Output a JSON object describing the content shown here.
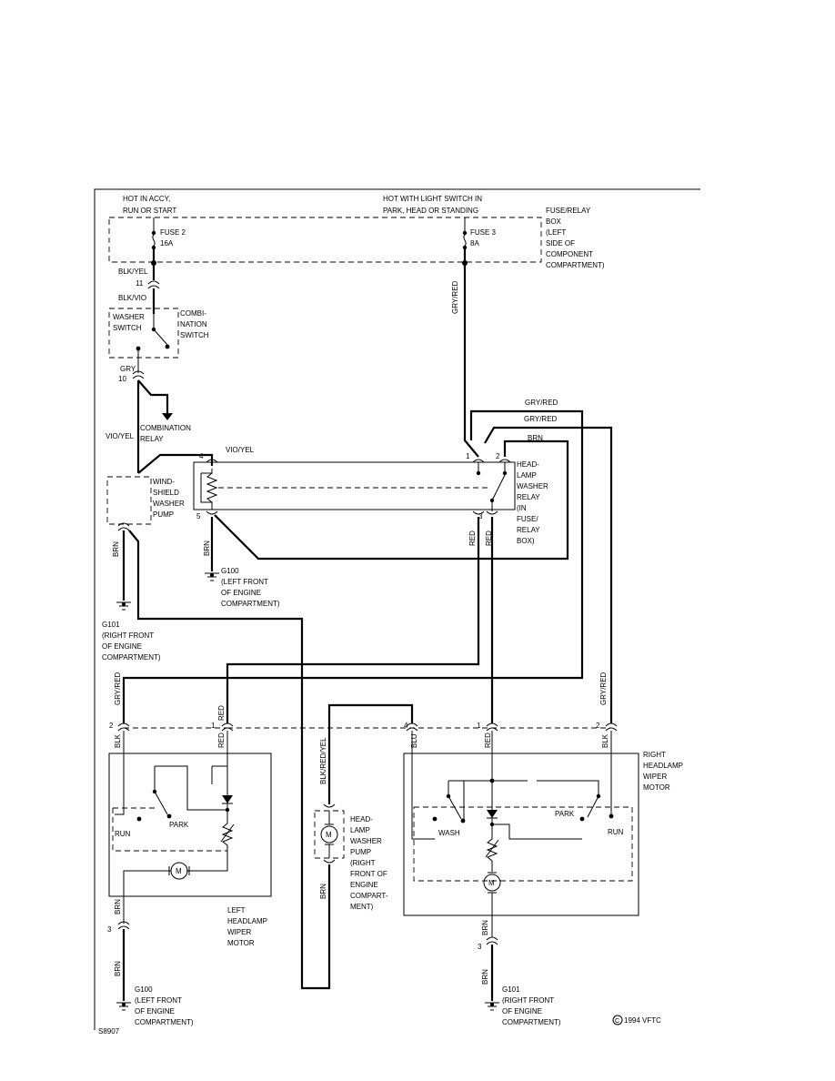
{
  "power_sources": {
    "hot_accy": [
      "HOT IN ACCY,",
      "RUN OR START"
    ],
    "hot_light": [
      "HOT WITH LIGHT SWITCH IN",
      "PARK, HEAD OR STANDING"
    ]
  },
  "fuse_box": {
    "title": [
      "FUSE/RELAY",
      "BOX",
      "(LEFT",
      "SIDE OF",
      "COMPONENT",
      "COMPARTMENT)"
    ],
    "fuse2": [
      "FUSE 2",
      "16A"
    ],
    "fuse3": [
      "FUSE 3",
      "8A"
    ]
  },
  "wires": {
    "blk_yel": "BLK/YEL",
    "blk_vio": "BLK/VIO",
    "gry": "GRY",
    "vio_yel_left": "VIO/YEL",
    "vio_yel_relay": "VIO/YEL",
    "gry_red_vertical": "GRY/RED",
    "gry_red_top1": "GRY/RED",
    "gry_red_top2": "GRY/RED",
    "brn_relay": "BRN",
    "brn_pump": "BRN",
    "brn_relay5": "BRN",
    "red_relay_1": "RED",
    "red_relay_2": "RED",
    "gry_red_left": "GRY/RED",
    "red_left": "RED",
    "blk_left": "BLK",
    "red_left_2": "RED",
    "blk_red_yel": "BLK/RED/YEL",
    "brn_washer_pump": "BRN",
    "blu_right": "BLU",
    "red_right": "RED",
    "blk_right": "BLK",
    "gry_red_right": "GRY/RED",
    "brn_left_motor": "BRN",
    "brn_left_motor_2": "BRN",
    "brn_right_motor": "BRN",
    "brn_right_motor_2": "BRN"
  },
  "pins": {
    "p11": "11",
    "p10": "10",
    "relay_1": "1",
    "relay_2": "2",
    "relay_3": "3",
    "relay_4": "4",
    "relay_5": "5",
    "lm_2": "2",
    "lm_1": "1",
    "lm_3": "3",
    "rm_4": "4",
    "rm_1": "1",
    "rm_2": "2",
    "rm_3": "3"
  },
  "components": {
    "combination_switch": [
      "COMBI-",
      "NATION",
      "SWITCH"
    ],
    "washer_switch": [
      "WASHER",
      "SWITCH"
    ],
    "combination_relay": [
      "COMBINATION",
      "RELAY"
    ],
    "windshield_pump": [
      "WIND-",
      "SHIELD",
      "WASHER",
      "PUMP"
    ],
    "headlamp_relay": [
      "HEAD-",
      "LAMP",
      "WASHER",
      "RELAY",
      "(IN",
      "FUSE/",
      "RELAY",
      "BOX)"
    ],
    "left_motor": [
      "LEFT",
      "HEADLAMP",
      "WIPER",
      "MOTOR"
    ],
    "right_motor": [
      "RIGHT",
      "HEADLAMP",
      "WIPER",
      "MOTOR"
    ],
    "headlamp_pump": [
      "HEAD-",
      "LAMP",
      "WASHER",
      "PUMP",
      "(RIGHT",
      "FRONT OF",
      "ENGINE",
      "COMPART-",
      "MENT)"
    ],
    "motor_symbol": "M",
    "park": "PARK",
    "run": "RUN",
    "wash": "WASH"
  },
  "grounds": {
    "g100_top": [
      "G100",
      "(LEFT FRONT",
      "OF ENGINE",
      "COMPARTMENT)"
    ],
    "g101_top": [
      "G101",
      "(RIGHT FRONT",
      "OF ENGINE",
      "COMPARTMENT)"
    ],
    "g100_bottom": [
      "G100",
      "(LEFT FRONT",
      "OF ENGINE",
      "COMPARTMENT)"
    ],
    "g101_bottom": [
      "G101",
      "(RIGHT FRONT",
      "OF ENGINE",
      "COMPARTMENT)"
    ]
  },
  "footer": {
    "diagram_id": "S8907",
    "copyright_mark": "C",
    "copyright": "1994 VFTC"
  }
}
